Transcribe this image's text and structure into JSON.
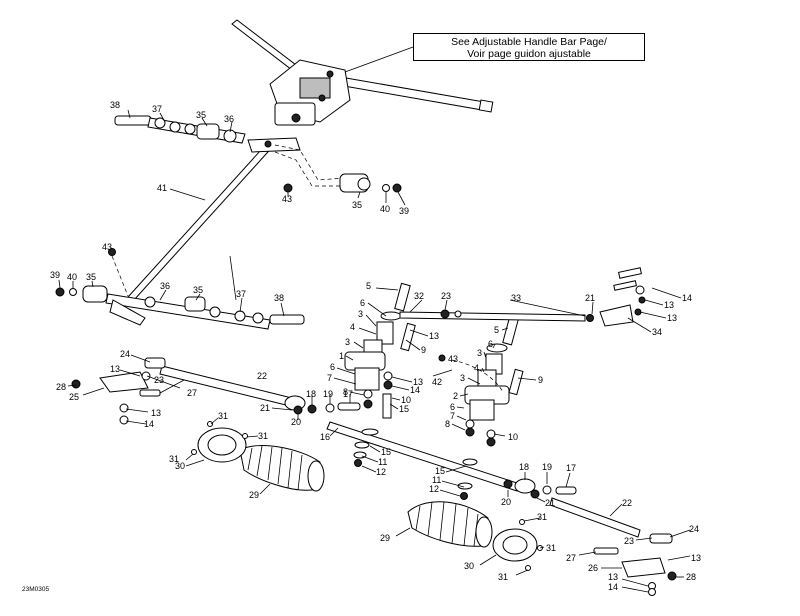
{
  "callout": {
    "line1": "See Adjustable Handle Bar Page/",
    "line2": "Voir page guidon ajustable"
  },
  "reference_code": "23M0305",
  "labels": [
    {
      "id": "l38a",
      "text": "38"
    },
    {
      "id": "l37a",
      "text": "37"
    },
    {
      "id": "l35a",
      "text": "35"
    },
    {
      "id": "l36a",
      "text": "36"
    },
    {
      "id": "l41",
      "text": "41"
    },
    {
      "id": "l43a",
      "text": "43"
    },
    {
      "id": "l35b",
      "text": "35"
    },
    {
      "id": "l40a",
      "text": "40"
    },
    {
      "id": "l39a",
      "text": "39"
    },
    {
      "id": "l43b",
      "text": "43"
    },
    {
      "id": "l39b",
      "text": "39"
    },
    {
      "id": "l40b",
      "text": "40"
    },
    {
      "id": "l35c",
      "text": "35"
    },
    {
      "id": "l36b",
      "text": "36"
    },
    {
      "id": "l35d",
      "text": "35"
    },
    {
      "id": "l37b",
      "text": "37"
    },
    {
      "id": "l38b",
      "text": "38"
    },
    {
      "id": "l5a",
      "text": "5"
    },
    {
      "id": "l32",
      "text": "32"
    },
    {
      "id": "l23a",
      "text": "23"
    },
    {
      "id": "l33",
      "text": "33"
    },
    {
      "id": "l21a",
      "text": "21"
    },
    {
      "id": "l14a",
      "text": "14"
    },
    {
      "id": "l13a",
      "text": "13"
    },
    {
      "id": "l13b",
      "text": "13"
    },
    {
      "id": "l34",
      "text": "34"
    },
    {
      "id": "l6a",
      "text": "6"
    },
    {
      "id": "l3a",
      "text": "3"
    },
    {
      "id": "l13c",
      "text": "13"
    },
    {
      "id": "l4a",
      "text": "4"
    },
    {
      "id": "l9a",
      "text": "9"
    },
    {
      "id": "l3b",
      "text": "3"
    },
    {
      "id": "l1",
      "text": "1"
    },
    {
      "id": "l6b",
      "text": "6"
    },
    {
      "id": "l7a",
      "text": "7"
    },
    {
      "id": "l8a",
      "text": "8"
    },
    {
      "id": "l13d",
      "text": "13"
    },
    {
      "id": "l14b",
      "text": "14"
    },
    {
      "id": "l10a",
      "text": "10"
    },
    {
      "id": "l15a",
      "text": "15"
    },
    {
      "id": "l5b",
      "text": "5"
    },
    {
      "id": "l6c",
      "text": "6"
    },
    {
      "id": "l43c",
      "text": "43"
    },
    {
      "id": "l3c",
      "text": "3"
    },
    {
      "id": "l4b",
      "text": "4"
    },
    {
      "id": "l9b",
      "text": "9"
    },
    {
      "id": "l42",
      "text": "42"
    },
    {
      "id": "l3d",
      "text": "3"
    },
    {
      "id": "l2",
      "text": "2"
    },
    {
      "id": "l6d",
      "text": "6"
    },
    {
      "id": "l7b",
      "text": "7"
    },
    {
      "id": "l8b",
      "text": "8"
    },
    {
      "id": "l10b",
      "text": "10"
    },
    {
      "id": "l24a",
      "text": "24"
    },
    {
      "id": "l22a",
      "text": "22"
    },
    {
      "id": "l13e",
      "text": "13"
    },
    {
      "id": "l28a",
      "text": "28"
    },
    {
      "id": "l23b",
      "text": "23"
    },
    {
      "id": "l27a",
      "text": "27"
    },
    {
      "id": "l25",
      "text": "25"
    },
    {
      "id": "l13f",
      "text": "13"
    },
    {
      "id": "l14c",
      "text": "14"
    },
    {
      "id": "l18a",
      "text": "18"
    },
    {
      "id": "l19a",
      "text": "19"
    },
    {
      "id": "l17a",
      "text": "17"
    },
    {
      "id": "l21b",
      "text": "21"
    },
    {
      "id": "l20a",
      "text": "20"
    },
    {
      "id": "l16",
      "text": "16"
    },
    {
      "id": "l31a",
      "text": "31"
    },
    {
      "id": "l31b",
      "text": "31"
    },
    {
      "id": "l31c",
      "text": "31"
    },
    {
      "id": "l30a",
      "text": "30"
    },
    {
      "id": "l29a",
      "text": "29"
    },
    {
      "id": "l15b",
      "text": "15"
    },
    {
      "id": "l11a",
      "text": "11"
    },
    {
      "id": "l12a",
      "text": "12"
    },
    {
      "id": "l15c",
      "text": "15"
    },
    {
      "id": "l11b",
      "text": "11"
    },
    {
      "id": "l12b",
      "text": "12"
    },
    {
      "id": "l18b",
      "text": "18"
    },
    {
      "id": "l19b",
      "text": "19"
    },
    {
      "id": "l17b",
      "text": "17"
    },
    {
      "id": "l21c",
      "text": "21"
    },
    {
      "id": "l20b",
      "text": "20"
    },
    {
      "id": "l22b",
      "text": "22"
    },
    {
      "id": "l31d",
      "text": "31"
    },
    {
      "id": "l29b",
      "text": "29"
    },
    {
      "id": "l31e",
      "text": "31"
    },
    {
      "id": "l24b",
      "text": "24"
    },
    {
      "id": "l23c",
      "text": "23"
    },
    {
      "id": "l27b",
      "text": "27"
    },
    {
      "id": "l13g",
      "text": "13"
    },
    {
      "id": "l30b",
      "text": "30"
    },
    {
      "id": "l26",
      "text": "26"
    },
    {
      "id": "l13h",
      "text": "13"
    },
    {
      "id": "l28b",
      "text": "28"
    },
    {
      "id": "l14d",
      "text": "14"
    },
    {
      "id": "l31f",
      "text": "31"
    }
  ]
}
